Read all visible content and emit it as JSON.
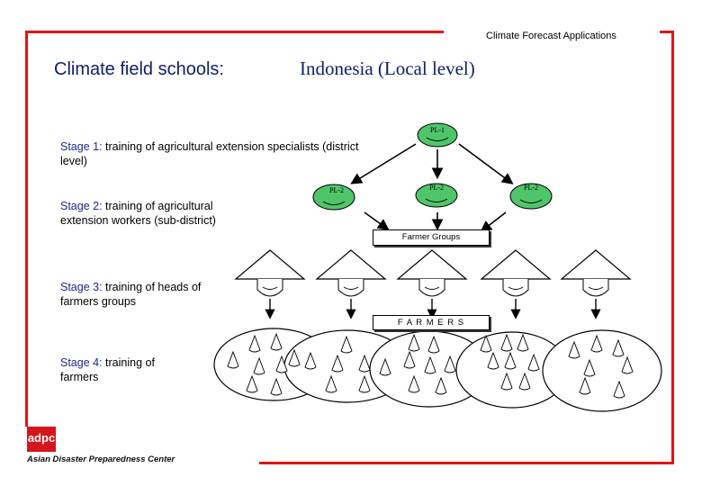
{
  "header": {
    "text": "Climate Forecast Applications"
  },
  "title": {
    "left": "Climate field schools:",
    "right": "Indonesia (Local level)"
  },
  "stages": [
    {
      "label": "Stage 1:",
      "text": " training of agricultural extension specialists (district level)"
    },
    {
      "label": "Stage 2:",
      "text": " training of agricultural extension workers (sub-district)"
    },
    {
      "label": "Stage 3:",
      "text": " training of heads of farmers groups"
    },
    {
      "label": "Stage 4:",
      "text": " training of farmers"
    }
  ],
  "nodes": {
    "top": "PL-1",
    "level2": [
      "PL-2",
      "PL-2",
      "PL-2"
    ]
  },
  "boxes": {
    "farmer_groups": "Farmer Groups",
    "farmers": "F A R M E R S"
  },
  "logo": {
    "mark": "adpc",
    "name": "Asian Disaster Preparedness Center"
  },
  "colors": {
    "accent_red": "#e01515",
    "node_green": "#4fc56a",
    "title_blue": "#10206a"
  }
}
